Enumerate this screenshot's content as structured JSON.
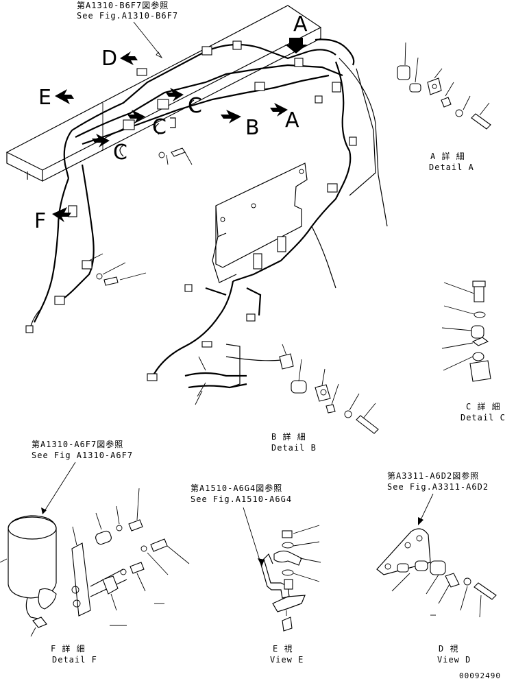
{
  "references": {
    "top": {
      "jp": "第A1310-B6F7図参照",
      "en": "See Fig.A1310-B6F7"
    },
    "detail_f": {
      "jp": "第A1310-A6F7図参照",
      "en": "See Fig A1310-A6F7"
    },
    "view_e": {
      "jp": "第A1510-A6G4図参照",
      "en": "See Fig.A1510-A6G4"
    },
    "view_d": {
      "jp": "第A3311-A6D2図参照",
      "en": "See Fig.A3311-A6D2"
    }
  },
  "view_letters": [
    "A",
    "A",
    "B",
    "C",
    "C",
    "C",
    "D",
    "E",
    "F"
  ],
  "details": {
    "a": {
      "jp": "A 詳 細",
      "en": "Detail A"
    },
    "b": {
      "jp": "B 詳 細",
      "en": "Detail B"
    },
    "c": {
      "jp": "C 詳 細",
      "en": "Detail C"
    },
    "d": {
      "jp": "D 視",
      "en": "View D"
    },
    "e": {
      "jp": "E 視",
      "en": "View E"
    },
    "f": {
      "jp": "F 詳 細",
      "en": "Detail F"
    }
  },
  "drawing_number": "00092490"
}
